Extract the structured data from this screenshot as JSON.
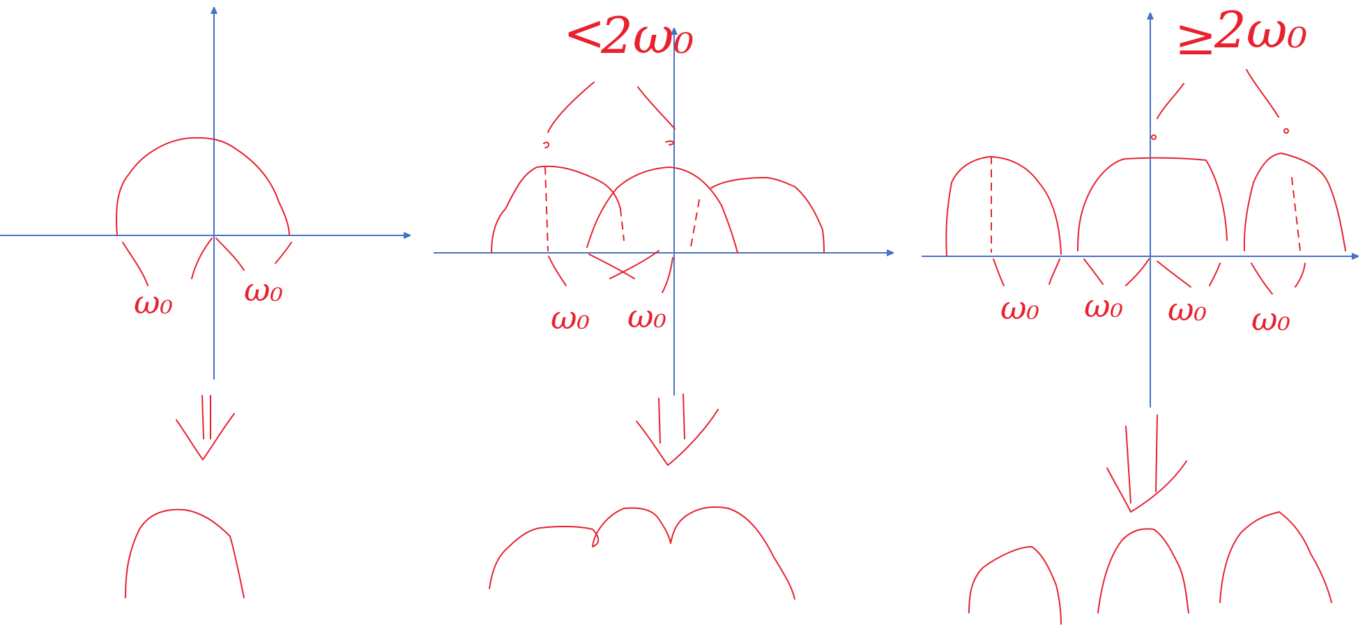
{
  "panels": [
    {
      "id": "single-spectrum",
      "labels": {
        "left": "ω₀",
        "right": "ω₀"
      }
    },
    {
      "id": "overlapping-spectrum",
      "condition": {
        "relation": "<",
        "value": "2ω₀"
      },
      "labels": {
        "left": "ω₀",
        "right": "ω₀"
      }
    },
    {
      "id": "separated-spectrum",
      "condition": {
        "relation": "≥",
        "value": "2ω₀"
      },
      "labels": {
        "first": "ω₀",
        "second": "ω₀",
        "third": "ω₀",
        "fourth": "ω₀"
      }
    }
  ],
  "colors": {
    "axis": "#4472C4",
    "ink": "#E8212E"
  }
}
